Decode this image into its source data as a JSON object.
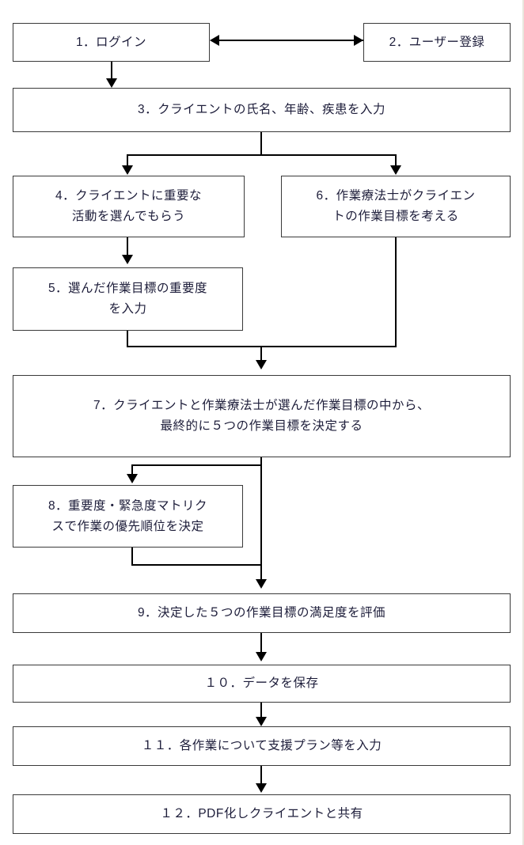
{
  "diagram": {
    "type": "flowchart",
    "orientation": "top-to-bottom",
    "nodes": [
      {
        "id": "1",
        "label": "1．ログイン"
      },
      {
        "id": "2",
        "label": "2．ユーザー登録"
      },
      {
        "id": "3",
        "label": "3．クライエントの氏名、年齢、疾患を入力"
      },
      {
        "id": "4",
        "label": "4．クライエントに重要な\n活動を選んでもらう"
      },
      {
        "id": "5",
        "label": "5．選んだ作業目標の重要度\nを入力"
      },
      {
        "id": "6",
        "label": "6．作業療法士がクライエン\nトの作業目標を考える"
      },
      {
        "id": "7",
        "label": "7．クライエントと作業療法士が選んだ作業目標の中から、\n最終的に５つの作業目標を決定する"
      },
      {
        "id": "8",
        "label": "8．重要度・緊急度マトリク\nスで作業の優先順位を決定"
      },
      {
        "id": "9",
        "label": "9．決定した５つの作業目標の満足度を評価"
      },
      {
        "id": "10",
        "label": "１０．データを保存"
      },
      {
        "id": "11",
        "label": "１１．各作業について支援プラン等を入力"
      },
      {
        "id": "12",
        "label": "１２．PDF化しクライエントと共有"
      }
    ],
    "edges": [
      {
        "from": "1",
        "to": "2",
        "style": "bidirectional"
      },
      {
        "from": "1",
        "to": "3",
        "style": "arrow-down"
      },
      {
        "from": "3",
        "to": "4",
        "style": "split-arrow-down"
      },
      {
        "from": "3",
        "to": "6",
        "style": "split-arrow-down"
      },
      {
        "from": "4",
        "to": "5",
        "style": "arrow-down"
      },
      {
        "from": "5",
        "to": "7",
        "style": "merge-arrow-down"
      },
      {
        "from": "6",
        "to": "7",
        "style": "merge-arrow-down"
      },
      {
        "from": "7",
        "to": "8",
        "style": "branch-arrow-down"
      },
      {
        "from": "8",
        "to": "9",
        "style": "rejoin-arrow-down"
      },
      {
        "from": "9",
        "to": "10",
        "style": "arrow-down"
      },
      {
        "from": "10",
        "to": "11",
        "style": "arrow-down"
      },
      {
        "from": "11",
        "to": "12",
        "style": "arrow-down"
      }
    ],
    "colors": {
      "node_border": "#3a3a3a",
      "node_fill": "#ffffff",
      "text": "#1d1d3a",
      "connector": "#000000",
      "page_edge_rule": "#e9e5dd"
    }
  }
}
